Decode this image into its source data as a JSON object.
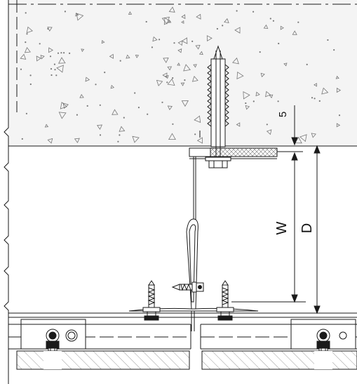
{
  "dimensions": {
    "gap_label": "5",
    "width_label": "W",
    "depth_label": "D"
  },
  "colors": {
    "line": "#1a1a1a",
    "concrete_fill": "#f4f4f4",
    "hatch": "#9a9a9a",
    "insulation": "#c8c8c8"
  }
}
